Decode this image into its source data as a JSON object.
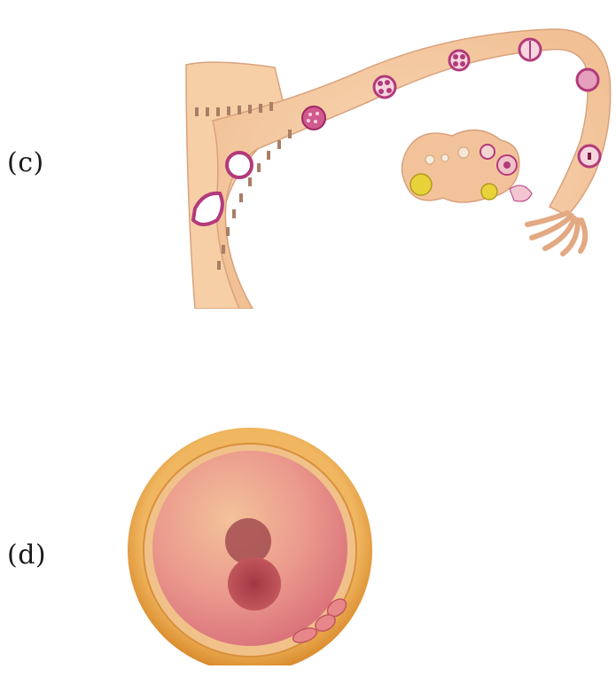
{
  "panels": [
    {
      "id": "c",
      "label": "(c)",
      "figure": "oviduct-development-diagram"
    },
    {
      "id": "d",
      "label": "(d)",
      "figure": "zygote-pronuclei-diagram"
    }
  ],
  "colors": {
    "tissue": "#f7cfa6",
    "tissue_dark": "#e4ad82",
    "cell_magenta": "#b33a7a",
    "corpus_yellow": "#e8d23a",
    "zona_gold": "#e6a63c",
    "cytoplasm_pink": "#ea9a8e",
    "nucleus_maroon": "#9e2c3c"
  }
}
